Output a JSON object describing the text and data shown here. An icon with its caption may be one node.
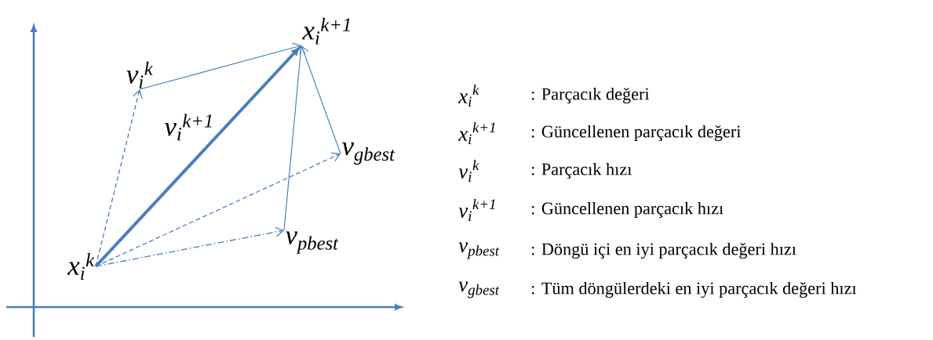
{
  "diagram": {
    "nodes": [
      {
        "text": [
          "x$_{i}$$^{k}$"
        ]
      },
      {
        "text": [
          "v$_{i}$$^{k}$"
        ]
      },
      {
        "text": [
          "x$_{i}$$^{k+1}$"
        ]
      },
      {
        "text": [
          "v$_{gbest}$"
        ]
      },
      {
        "text": [
          "v$_{pbest}$"
        ]
      }
    ],
    "edges": [
      {
        "from": 0,
        "to": 1,
        "arrow": "to",
        "style": "dashed"
      },
      {
        "from": 1,
        "to": 2,
        "arrow": "to"
      },
      {
        "from": 0,
        "to": 2,
        "arrow": "to",
        "style": "thick",
        "label": "v$_{i}$$^{k+1}$"
      },
      {
        "from": 0,
        "to": 3,
        "arrow": "to",
        "style": "dashed"
      },
      {
        "from": 3,
        "to": 2,
        "arrow": "to"
      },
      {
        "from": 0,
        "to": 4,
        "arrow": "to",
        "style": "dashed"
      },
      {
        "from": 4,
        "to": 2,
        "arrow": "to"
      }
    ],
    "labels": [
      "x$_{i}$$^{k}$",
      ": Parçacık değeri",
      "x$_{i}$$^{k+1}$",
      ": Güncellenen parçacık değeri",
      "v$_{i}$$^{k}$",
      ": Parçacık hızı",
      "v$_{i}$$^{k+1}$",
      ": Güncellenen parçacık hızı",
      "v$_{pbest}$",
      ": Döngü içi en iyi parçacık değeri hızı",
      "v$_{gbest}$",
      ": Tüm döngülerdeki en iyi parçacık değeri hızı"
    ]
  }
}
